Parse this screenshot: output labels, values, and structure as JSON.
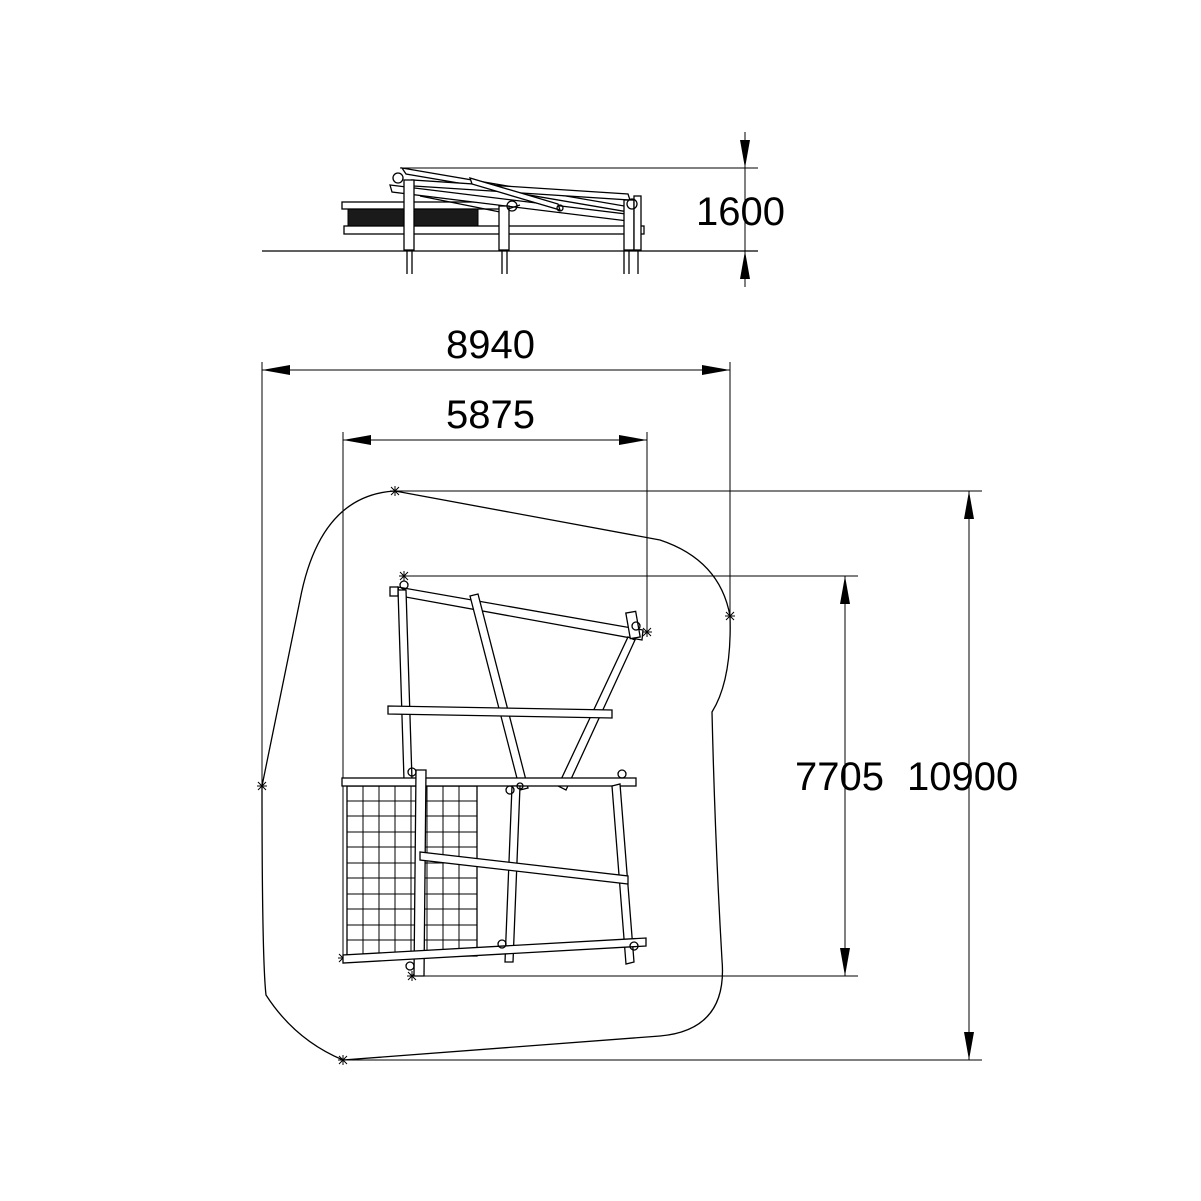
{
  "dimensions": {
    "height_side_view": "1600",
    "overall_width": "8940",
    "frame_width": "5875",
    "frame_depth": "7705",
    "overall_depth": "10900"
  }
}
